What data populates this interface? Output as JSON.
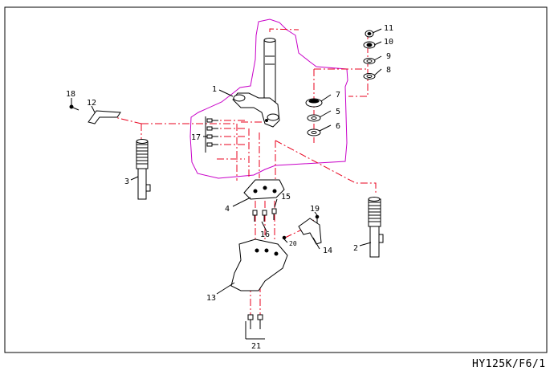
{
  "diagram": {
    "code": "HY125K/F6/1",
    "callouts": {
      "c1": "1",
      "c2": "2",
      "c3": "3",
      "c4": "4",
      "c5": "5",
      "c6": "6",
      "c7": "7",
      "c8": "8",
      "c9": "9",
      "c10": "10",
      "c11": "11",
      "c12": "12",
      "c13": "13",
      "c14": "14",
      "c15": "15",
      "c16": "16",
      "c17": "17",
      "c18": "18",
      "c19": "19",
      "c20": "20",
      "c21": "21"
    }
  },
  "colors": {
    "line": "#000000",
    "centerline": "#e8001c",
    "outline": "#c800c8"
  }
}
